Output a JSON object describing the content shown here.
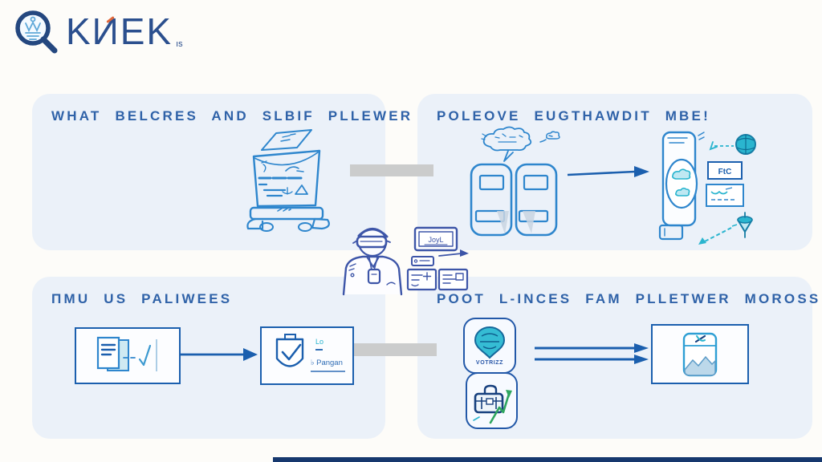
{
  "logo": {
    "wordmark": "KИEK",
    "sub": "ıs",
    "icon": "magnifier-crown-icon"
  },
  "panels": {
    "top_left": {
      "title": "WHAT BELCRES AND SLBIF PLLEWER",
      "illustration": "photocopier-machine-sketch"
    },
    "top_right": {
      "title": "POLEOVE EUGTHAWDIT MBE!",
      "tag_box_label": "FtC",
      "illustrations": [
        "voting-booths-with-speech-bubble",
        "arrow-right",
        "bottle-with-cloud-badge",
        "globe",
        "spinning-top"
      ]
    },
    "bottom_left": {
      "title": "ΠMU US PALIWEES",
      "doc_note": "Lo",
      "shield_caption": "♭ Pangan",
      "illustrations": [
        "documents-check-box",
        "arrow-right",
        "shield-check-box"
      ]
    },
    "bottom_right": {
      "title": "POOT L-INCES FAM PLLETWER MOROSS",
      "badge_caption": "VOTRIZZ",
      "illustrations": [
        "teal-balloon-card",
        "briefcase-growth-card",
        "double-arrows",
        "photo-frame-box"
      ]
    }
  },
  "center": {
    "monitor_label": "JoyL",
    "illustration": "person-vr-headset-with-monitors"
  },
  "colors": {
    "panel_bg": "#ebf1f9",
    "title_text": "#2f62a8",
    "sketch_blue": "#2e86cd",
    "sketch_indigo": "#3d55a8",
    "accent_teal": "#2ab5cf",
    "arrow_navy": "#1b5fae",
    "connector_gray": "#cbcccc",
    "check_green": "#2fa65f",
    "footer_bar": "#16386e",
    "logo_navy": "#2b4f8e",
    "logo_accent_orange": "#e0673a"
  }
}
